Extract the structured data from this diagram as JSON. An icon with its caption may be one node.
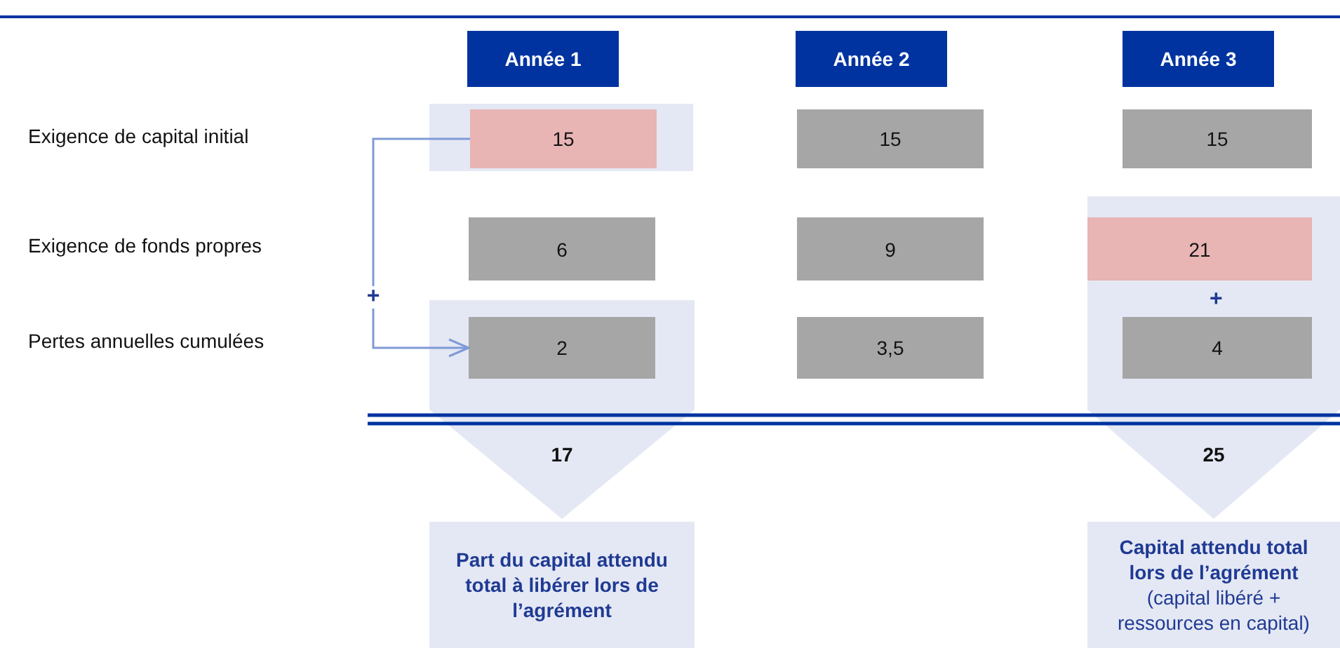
{
  "diagram": {
    "nodes": [
      {
        "text": [
          "Année 1"
        ]
      },
      {
        "text": [
          "Année 2"
        ]
      },
      {
        "text": [
          "Année 3"
        ]
      },
      {
        "text": [],
        "shape": "box"
      },
      {
        "text": [
          "15"
        ],
        "in": 3
      },
      {
        "text": [
          "15"
        ]
      },
      {
        "text": [
          "15"
        ]
      },
      {
        "text": [
          "25"
        ]
      },
      {
        "text": [
          "6"
        ]
      },
      {
        "text": [
          "9"
        ]
      },
      {
        "text": [
          "21"
        ],
        "in": 7
      },
      {
        "text": [
          "17"
        ]
      },
      {
        "text": [
          "2"
        ],
        "in": 11
      },
      {
        "text": [
          "3,5"
        ]
      },
      {
        "text": [
          "4"
        ],
        "in": 7
      },
      {
        "text": [
          "Part du capital attendu total à libérer lors de l’agrément"
        ]
      },
      {
        "text": [
          "Capital attendu total lors de l’agrément",
          "(capital libéré + ressources en capital)"
        ]
      }
    ],
    "edges": [
      {
        "from": 4,
        "to": 12,
        "arrow": "to",
        "label": "+"
      }
    ],
    "labels": [
      "Exigence de capital initial",
      "Exigence de fonds propres",
      "Pertes annuelles cumulées",
      "+"
    ]
  }
}
